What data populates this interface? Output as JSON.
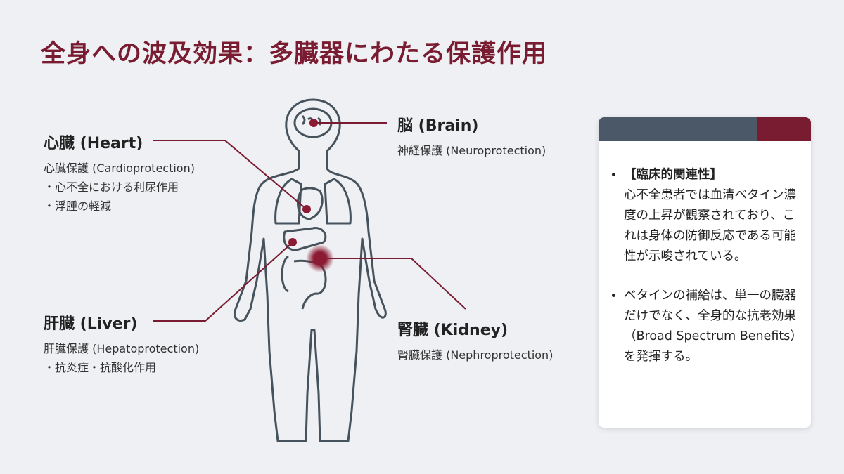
{
  "title": "全身への波及効果：多臓器にわたる保護作用",
  "organs": {
    "heart": {
      "name": "心臓 (Heart)",
      "effect": "心臓保護 (Cardioprotection)",
      "bullets": [
        "・心不全における利尿作用",
        "・浮腫の軽減"
      ]
    },
    "brain": {
      "name": "脳 (Brain)",
      "effect": "神経保護 (Neuroprotection)"
    },
    "liver": {
      "name": "肝臓 (Liver)",
      "effect": "肝臓保護 (Hepatoprotection)",
      "bullets": [
        "・抗炎症・抗酸化作用"
      ]
    },
    "kidney": {
      "name": "腎臓 (Kidney)",
      "effect": "腎臓保護 (Nephroprotection)"
    }
  },
  "card": {
    "items": [
      {
        "heading": "【臨床的関連性】",
        "text": "心不全患者では血清ベタイン濃度の上昇が観察されており、これは身体の防御反応である可能性が示唆されている。"
      },
      {
        "heading": "",
        "text": "ベタインの補給は、単一の臓器だけでなく、全身的な抗老効果（Broad Spectrum Benefits）を発揮する。"
      }
    ]
  },
  "colors": {
    "accent": "#7a1c31",
    "slate": "#4a5868",
    "outline": "#46525c"
  }
}
